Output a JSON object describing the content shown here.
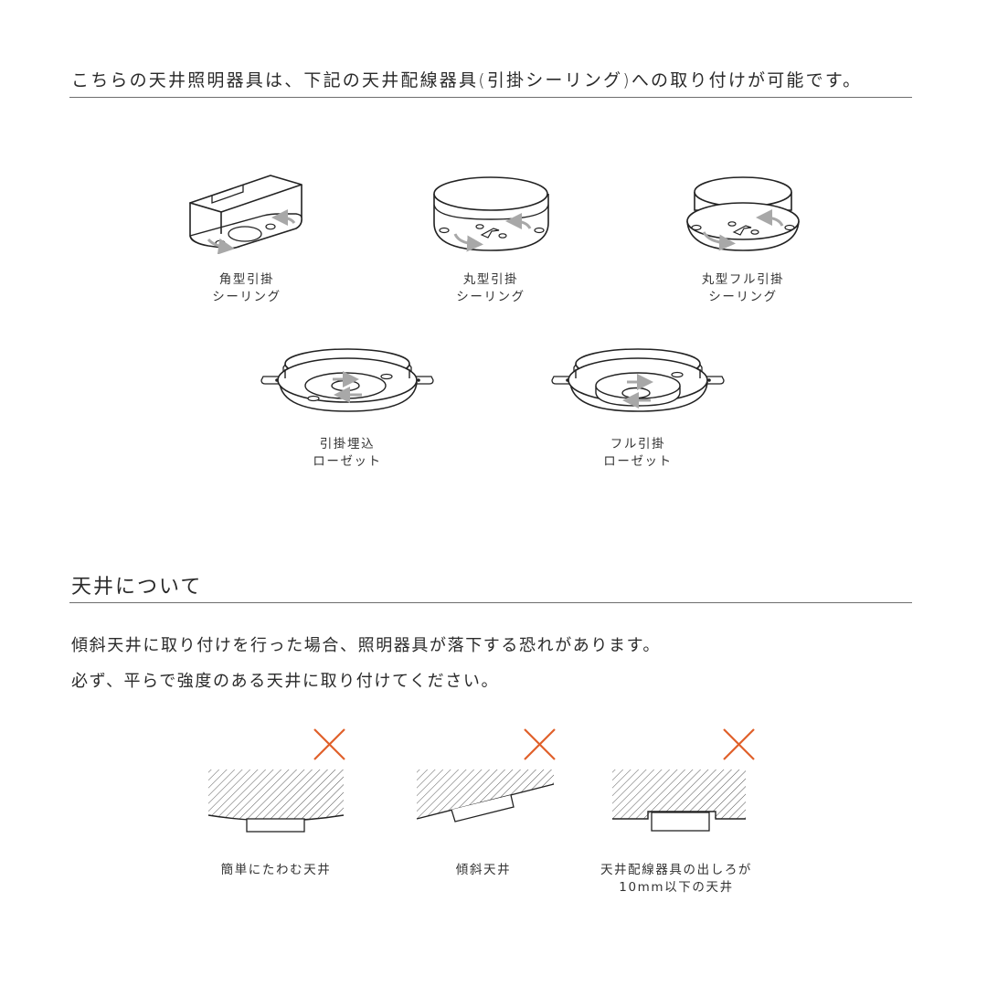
{
  "section1": {
    "heading": "こちらの天井照明器具は、下記の天井配線器具(引掛シーリング)への取り付けが可能です。",
    "fixtures": [
      {
        "id": "kakugata",
        "icon": "square-ceiling-rosette-icon",
        "label_line1": "角型引掛",
        "label_line2": "シーリング"
      },
      {
        "id": "marugata",
        "icon": "round-ceiling-rosette-icon",
        "label_line1": "丸型引掛",
        "label_line2": "シーリング"
      },
      {
        "id": "marugata-full",
        "icon": "round-full-ceiling-rosette-icon",
        "label_line1": "丸型フル引掛",
        "label_line2": "シーリング"
      },
      {
        "id": "umekomi",
        "icon": "embedded-rosette-icon",
        "label_line1": "引掛埋込",
        "label_line2": "ローゼット"
      },
      {
        "id": "full-rosette",
        "icon": "full-rosette-icon",
        "label_line1": "フル引掛",
        "label_line2": "ローゼット"
      }
    ]
  },
  "section2": {
    "heading": "天井について",
    "paragraph_line1": "傾斜天井に取り付けを行った場合、照明器具が落下する恐れがあります。",
    "paragraph_line2": "必ず、平らで強度のある天井に取り付けてください。",
    "ng_examples": [
      {
        "id": "sagging",
        "icon": "sagging-ceiling-icon",
        "mark": "x-mark-icon",
        "label_line1": "簡単にたわむ天井",
        "label_line2": ""
      },
      {
        "id": "sloped",
        "icon": "sloped-ceiling-icon",
        "mark": "x-mark-icon",
        "label_line1": "傾斜天井",
        "label_line2": ""
      },
      {
        "id": "recessed",
        "icon": "recessed-ceiling-icon",
        "mark": "x-mark-icon",
        "label_line1": "天井配線器具の出しろが",
        "label_line2": "10mm以下の天井"
      }
    ]
  },
  "colors": {
    "text": "#2a2a2a",
    "rule": "#6e6e6e",
    "ng_mark": "#e0602a",
    "arrow_gray": "#a8a8a8"
  }
}
